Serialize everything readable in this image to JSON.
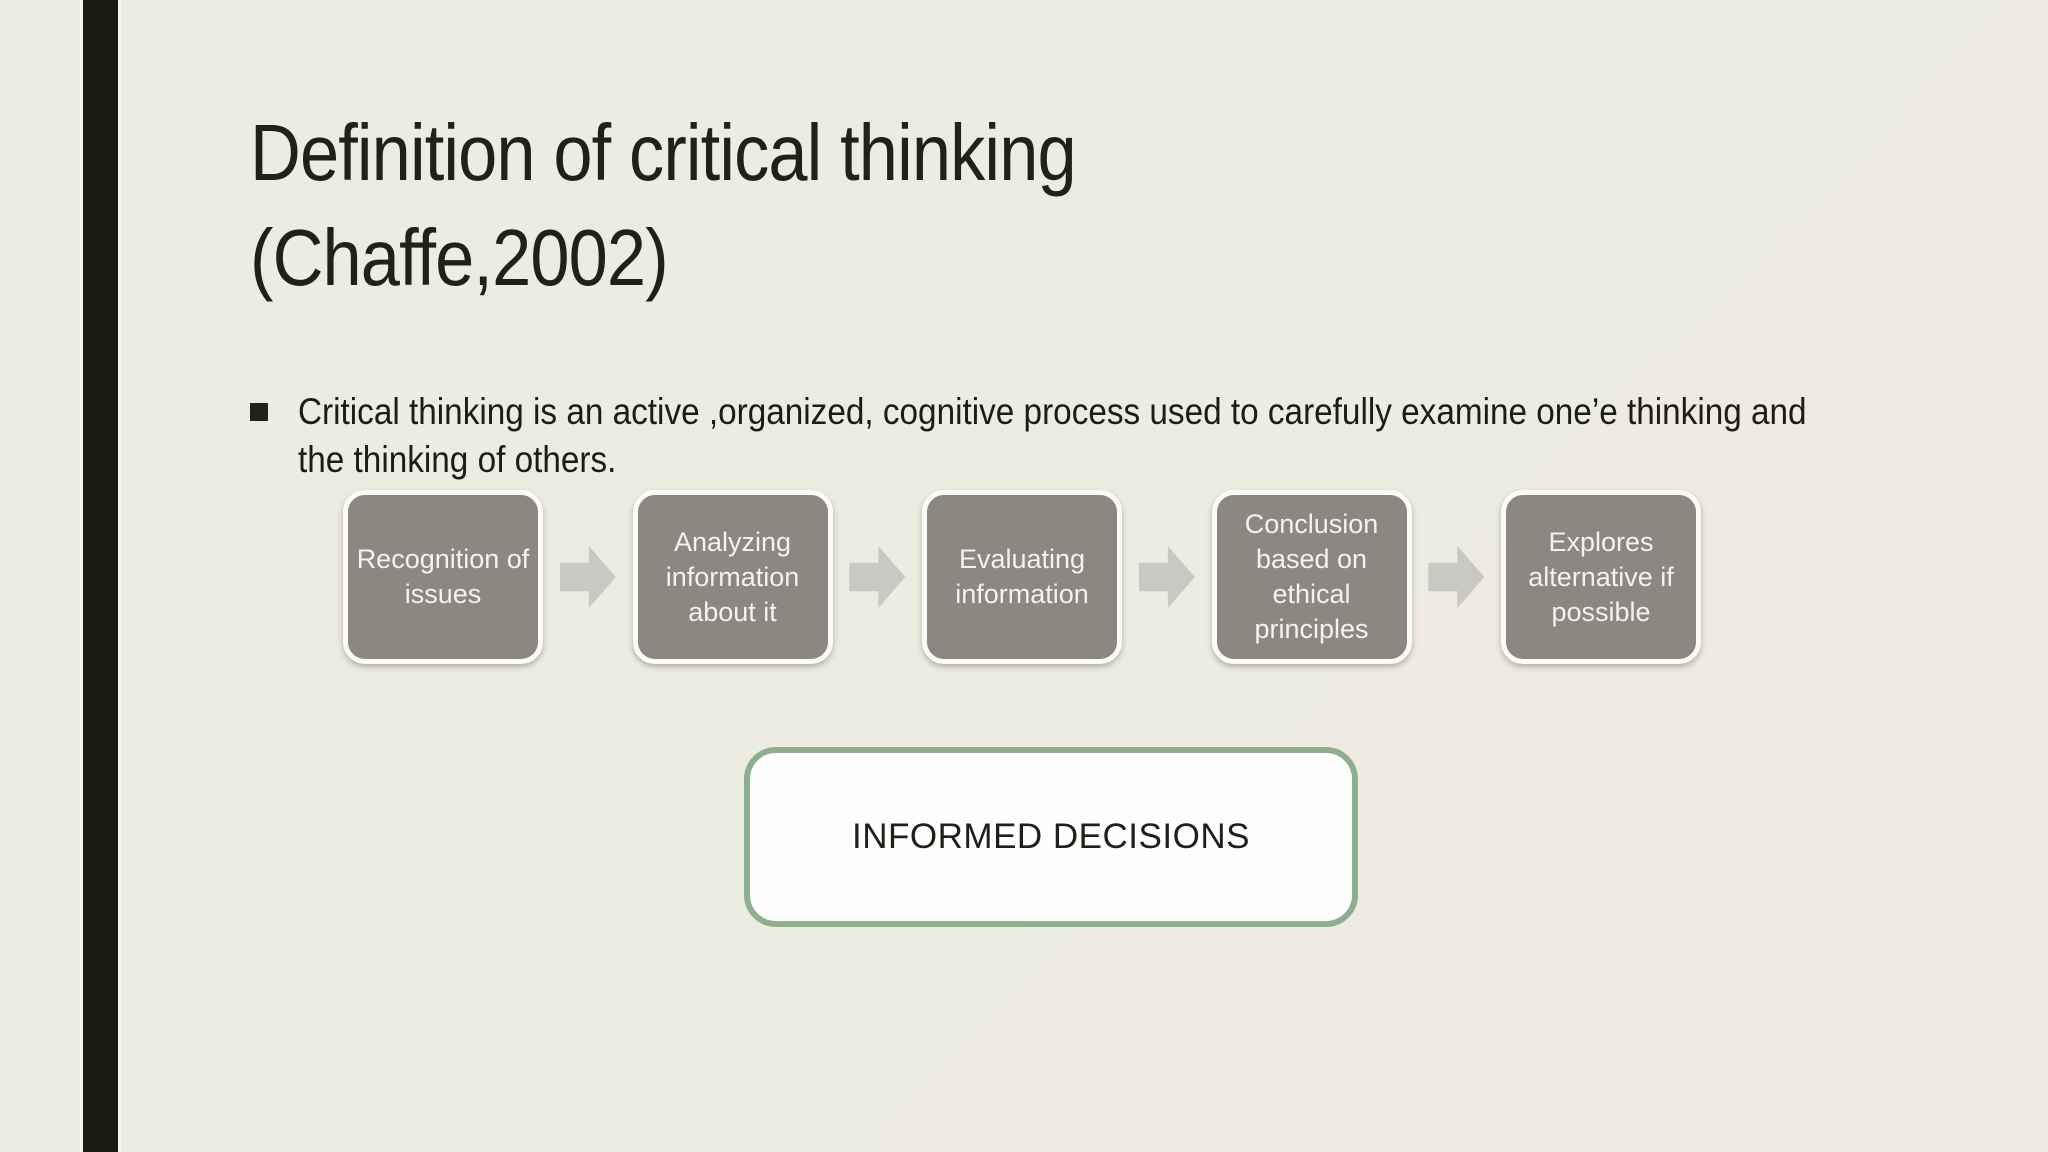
{
  "slide": {
    "background_color": "#edece1",
    "accent_bar_color": "#1b1b11",
    "title_lines": [
      "Definition of critical thinking",
      "(Chaffe,2002)"
    ],
    "bullet": {
      "marker": "square",
      "text": "Critical thinking is an active ,organized, cognitive process used to carefully examine one’e thinking and the thinking of others."
    },
    "process_flow": {
      "step_fill_color": "#8b8881",
      "step_border_color": "#fcfbf7",
      "step_text_color": "#f3f2ef",
      "arrow_color": "#c9c8c2",
      "steps": [
        {
          "label": "Recognition of issues"
        },
        {
          "label": "Analyzing information about it"
        },
        {
          "label": "Evaluating information"
        },
        {
          "label": "Conclusion based on ethical principles"
        },
        {
          "label": "Explores alternative if possible"
        }
      ]
    },
    "result_box": {
      "label": "INFORMED DECISIONS",
      "border_color": "#8fae8e",
      "fill_color": "#fefefe"
    }
  }
}
